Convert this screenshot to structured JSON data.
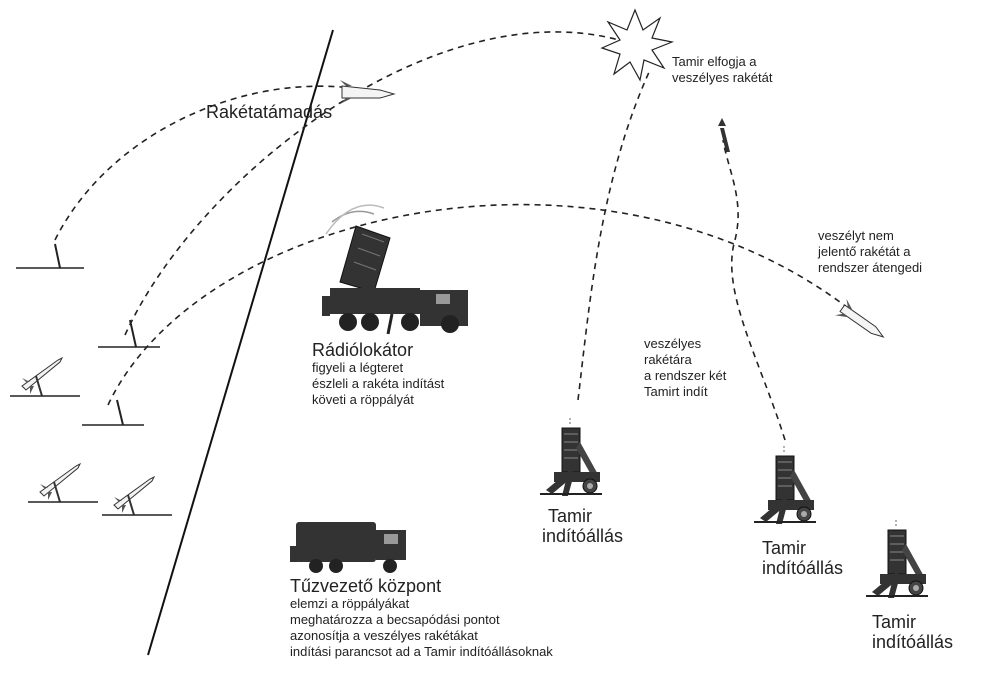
{
  "labels": {
    "attack": "Rakétatámadás",
    "intercept": [
      "Tamir elfogja a",
      "veszélyes rakétát"
    ],
    "harmless": [
      "veszélyt nem",
      "jelentő rakétát a",
      "rendszer átengedi"
    ],
    "dangerous": [
      "veszélyes",
      "rakétára",
      "a rendszer két",
      "Tamirt indít"
    ],
    "radar": {
      "title": "Rádiólokátor",
      "lines": [
        "figyeli a légteret",
        "észleli a rakéta indítást",
        "követi a röppályát"
      ]
    },
    "fire_control": {
      "title": "Tűzvezető központ",
      "lines": [
        "elemzi a röppályákat",
        "meghatározza a becsapódási pontot",
        "azonosítja a veszélyes rakétákat",
        "indítási parancsot ad a Tamir indítóállásoknak"
      ]
    },
    "launchers": [
      {
        "line1": "Tamir",
        "line2": "indítóállás"
      },
      {
        "line1": "Tamir",
        "line2": "indítóállás"
      },
      {
        "line1": "Tamir",
        "line2": "indítóállás"
      }
    ]
  }
}
